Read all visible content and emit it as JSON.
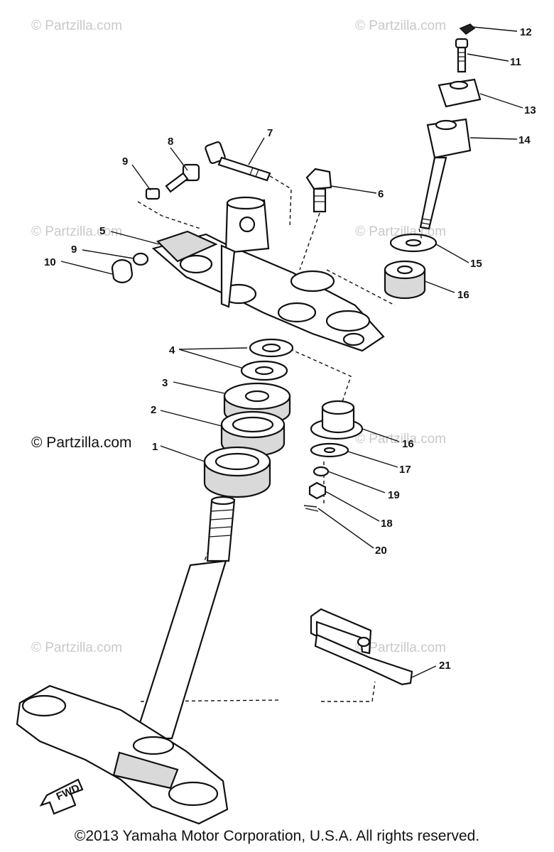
{
  "watermark": {
    "text": "© Partzilla.com",
    "main_text": "© Partzilla.com"
  },
  "callouts": [
    "12",
    "11",
    "13",
    "14",
    "7",
    "8",
    "6",
    "9",
    "5",
    "9",
    "10",
    "15",
    "16",
    "4",
    "3",
    "2",
    "1",
    "16",
    "17",
    "19",
    "18",
    "20",
    "21"
  ],
  "fwd_label": "FWD",
  "copyright": "©2013 Yamaha Motor Corporation, U.S.A. All rights reserved."
}
